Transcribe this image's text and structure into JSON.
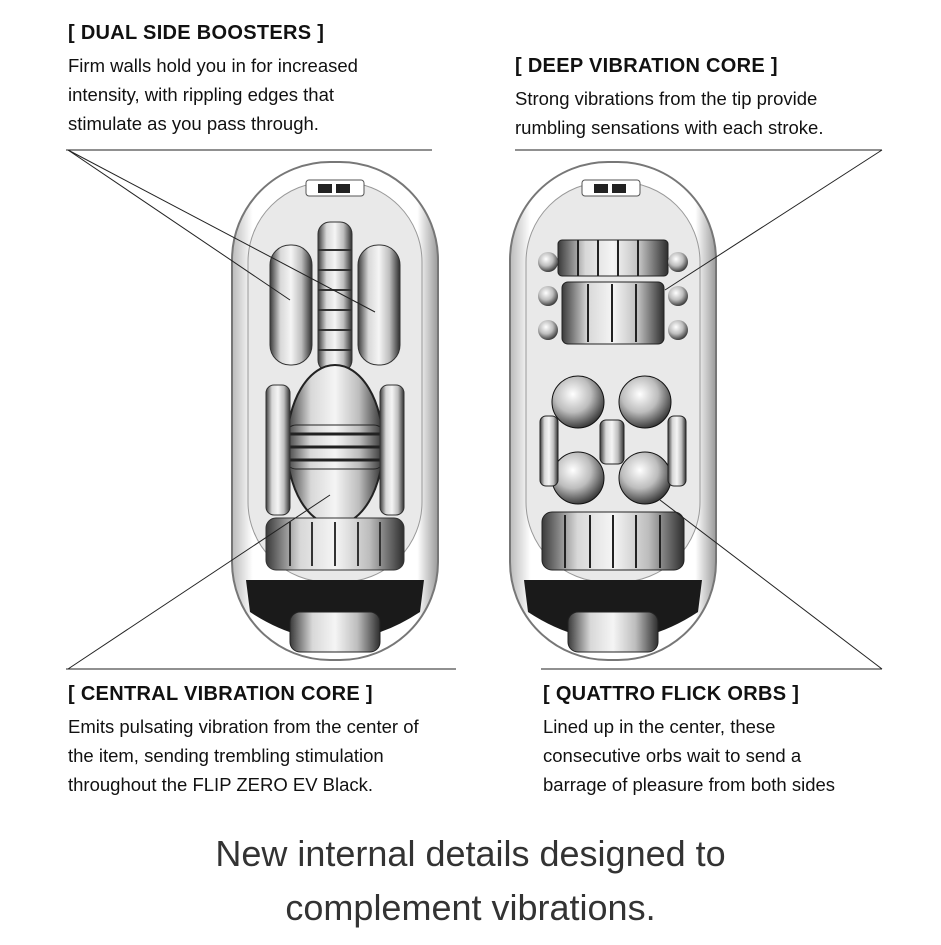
{
  "callouts": {
    "dual_side": {
      "title": "[ DUAL SIDE BOOSTERS ]",
      "text": "Firm walls hold you in for increased\nintensity, with rippling edges that\nstimulate as you pass through."
    },
    "deep_core": {
      "title": "[ DEEP VIBRATION CORE ]",
      "text": "Strong vibrations from the tip provide\nrumbling sensations with each stroke."
    },
    "central_core": {
      "title": "[ CENTRAL VIBRATION CORE ]",
      "text": "Emits pulsating vibration from the center of\nthe item, sending trembling stimulation\nthroughout the FLIP ZERO EV Black."
    },
    "flick_orbs": {
      "title": "[ QUATTRO FLICK ORBS ]",
      "text": "Lined up in the center, these\nconsecutive orbs wait to send a\nbarrage of pleasure from both sides"
    }
  },
  "tagline": "New internal details designed to\ncomplement vibrations."
}
